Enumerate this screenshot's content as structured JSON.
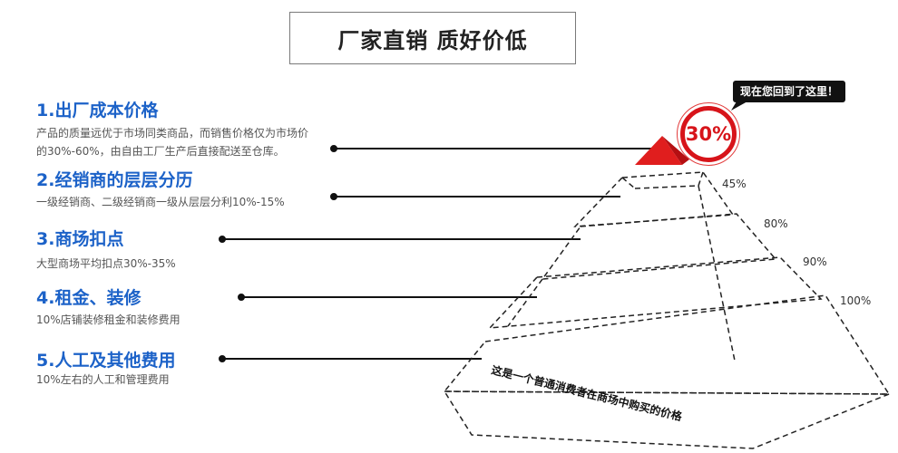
{
  "title": "厂家直销 质好价低",
  "items": [
    {
      "title": "1.出厂成本价格",
      "desc": [
        "产品的质量远优于市场同类商品，而销售价格仅为市场价",
        "的30%-60%，由自由工厂生产后直接配送至仓库。"
      ]
    },
    {
      "title": "2.经销商的层层分历",
      "desc": [
        "一级经销商、二级经销商一级从层层分利10%-15%"
      ]
    },
    {
      "title": "3.商场扣点",
      "desc": [
        "大型商场平均扣点30%-35%"
      ]
    },
    {
      "title": "4.租金、装修",
      "desc": [
        "10%店铺装修租金和装修费用"
      ]
    },
    {
      "title": "5.人工及其他费用",
      "desc": [
        "10%左右的人工和管理费用"
      ]
    }
  ],
  "pyramid": {
    "top_badge": "30%",
    "bubble": "现在您回到了这里！",
    "levels": [
      "45%",
      "80%",
      "90%",
      "100%"
    ],
    "base_text": "这是一个普通消费者在商场中购买的价格"
  },
  "colors": {
    "title_blue": "#1c62c8",
    "accent_red": "#d7141a",
    "line": "#111111"
  },
  "icons": {
    "top_block": "red-pyramid-icon"
  }
}
